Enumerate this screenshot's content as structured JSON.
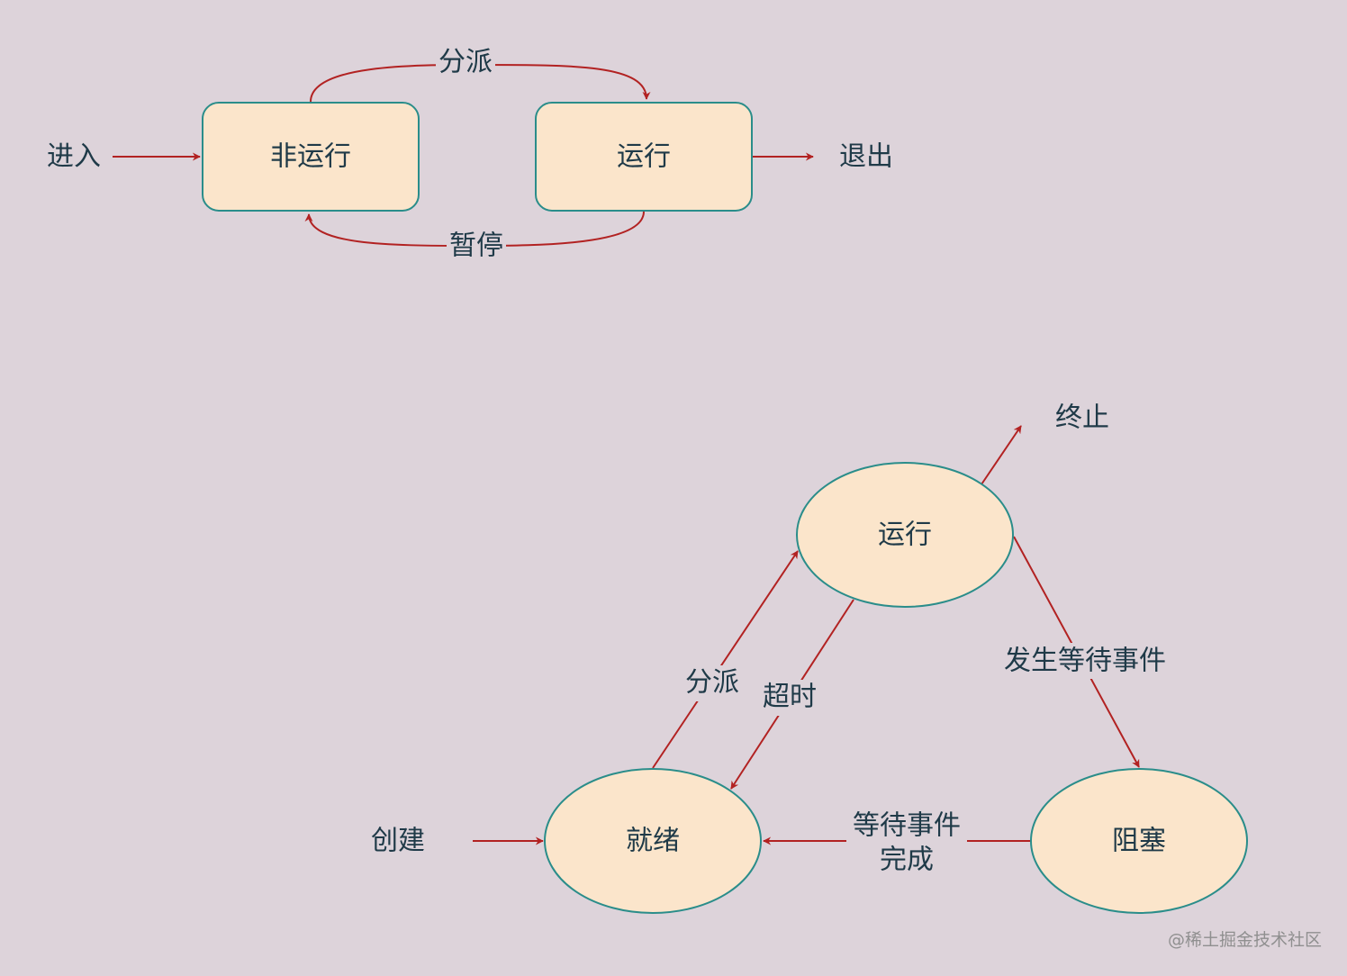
{
  "two_state_model": {
    "states": {
      "not_running": "非运行",
      "running": "运行"
    },
    "labels": {
      "enter": "进入",
      "exit": "退出",
      "dispatch": "分派",
      "pause": "暂停"
    }
  },
  "five_state_model": {
    "states": {
      "running": "运行",
      "ready": "就绪",
      "blocked": "阻塞"
    },
    "labels": {
      "terminate": "终止",
      "create": "创建",
      "dispatch": "分派",
      "timeout": "超时",
      "wait_event": "发生等待事件",
      "event_done_line1": "等待事件",
      "event_done_line2": "完成"
    }
  },
  "watermark": "@稀土掘金技术社区",
  "colors": {
    "background": "#ddd3da",
    "node_fill": "#fbe5cb",
    "node_stroke": "#2a8d8a",
    "arrow": "#b22222",
    "text": "#1f3a48"
  }
}
